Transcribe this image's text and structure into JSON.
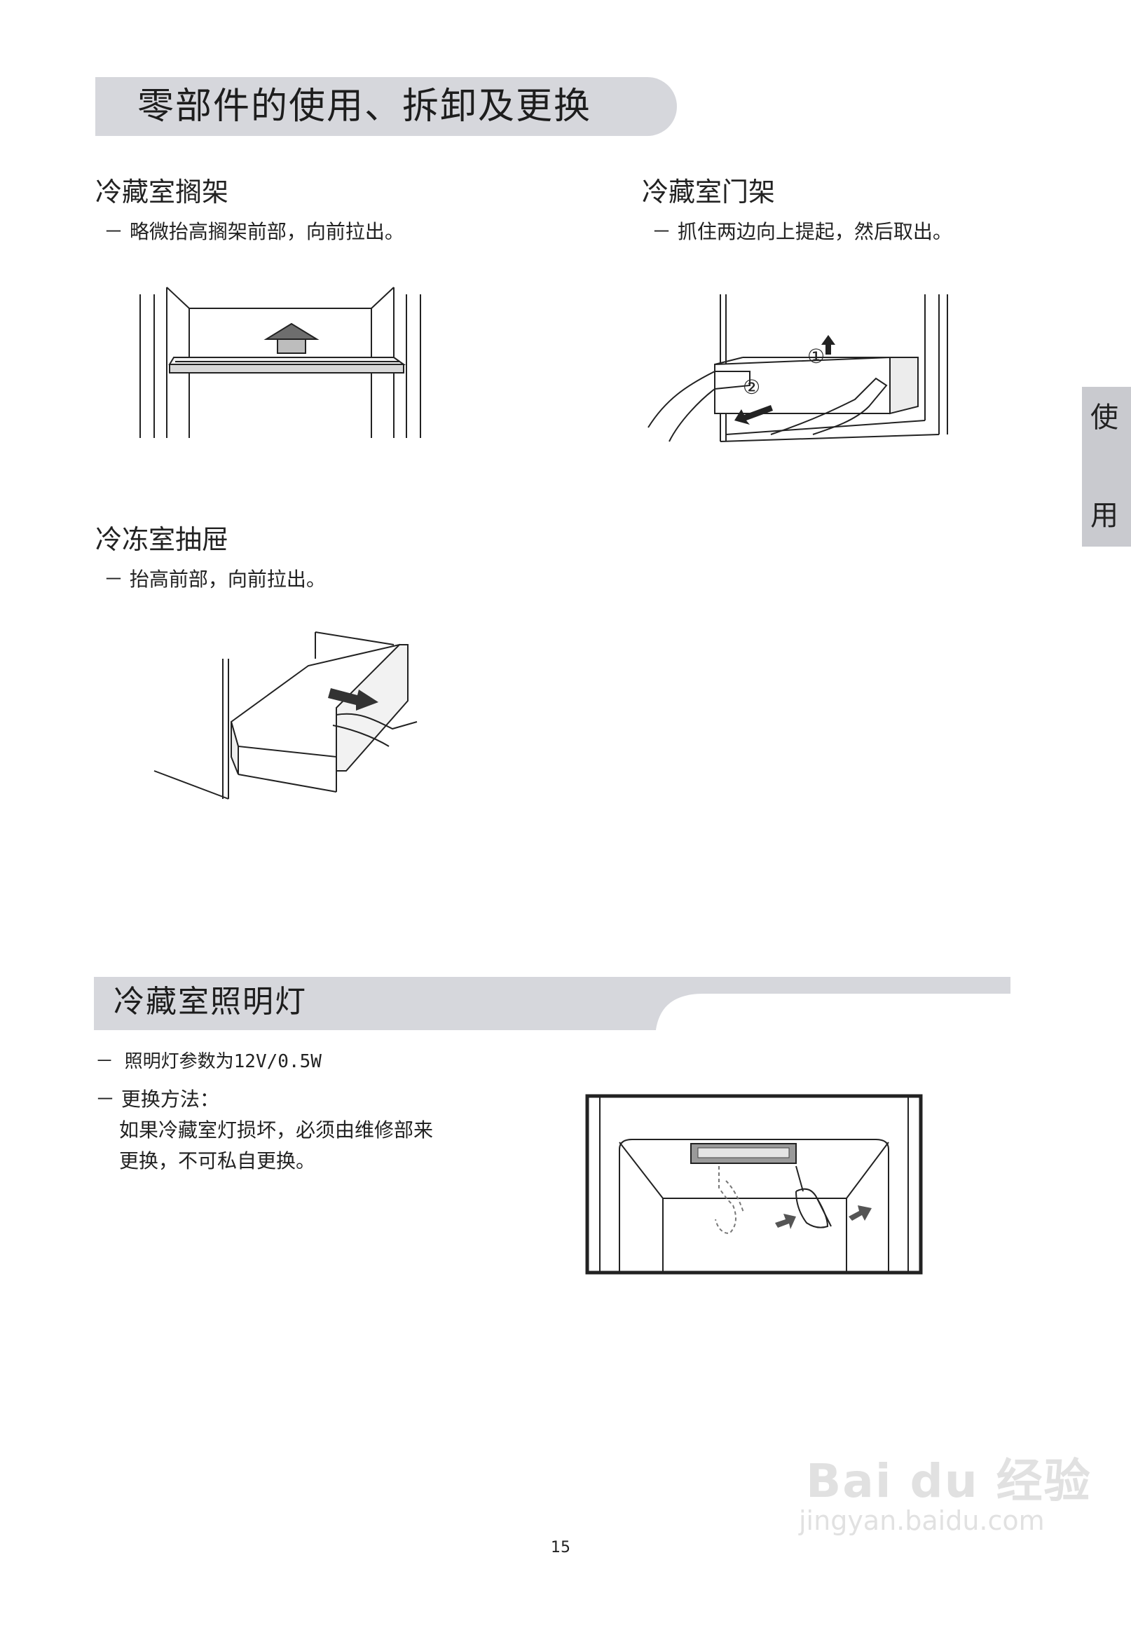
{
  "main_title": "零部件的使用、拆卸及更换",
  "sections": [
    {
      "title": "冷藏室搁架",
      "desc": "－ 略微抬高搁架前部，向前拉出。"
    },
    {
      "title": "冷藏室门架",
      "desc": "－ 抓住两边向上提起，然后取出。"
    },
    {
      "title": "冷冻室抽屉",
      "desc": "－ 抬高前部，向前拉出。"
    }
  ],
  "side_tab": [
    "使",
    "用"
  ],
  "light_section": {
    "title": "冷藏室照明灯",
    "line1": "－ 照明灯参数为12V/0.5W",
    "line2": "－ 更换方法：",
    "line3": "如果冷藏室灯损坏，必须由维修部来",
    "line4": "更换，不可私自更换。"
  },
  "door_rack_steps": [
    "①",
    "②"
  ],
  "page_number": "15",
  "watermark": {
    "logo": "Bai du 经验",
    "url": "jingyan.baidu.com"
  }
}
